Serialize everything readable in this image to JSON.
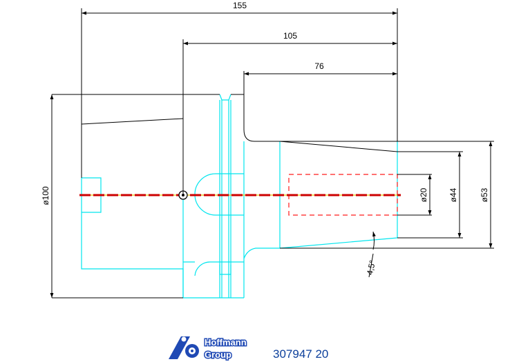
{
  "dimensions": {
    "length_total": "155",
    "length_mid": "105",
    "length_short": "76",
    "dia_flange": "ø100",
    "dia_bore": "ø20",
    "dia_nose": "ø44",
    "dia_body": "ø53",
    "angle": "4,5°"
  },
  "logo": {
    "line1": "Hoffmann",
    "line2": "Group"
  },
  "part_number": "307947 20",
  "colors": {
    "outline": "#00e5ee",
    "dimension": "#000000",
    "centerline": "#cc0000",
    "axis": "#e3c000",
    "brand": "#1f49b4"
  },
  "icons": {
    "logo_mark": "hoffmann-group-logo-icon"
  }
}
